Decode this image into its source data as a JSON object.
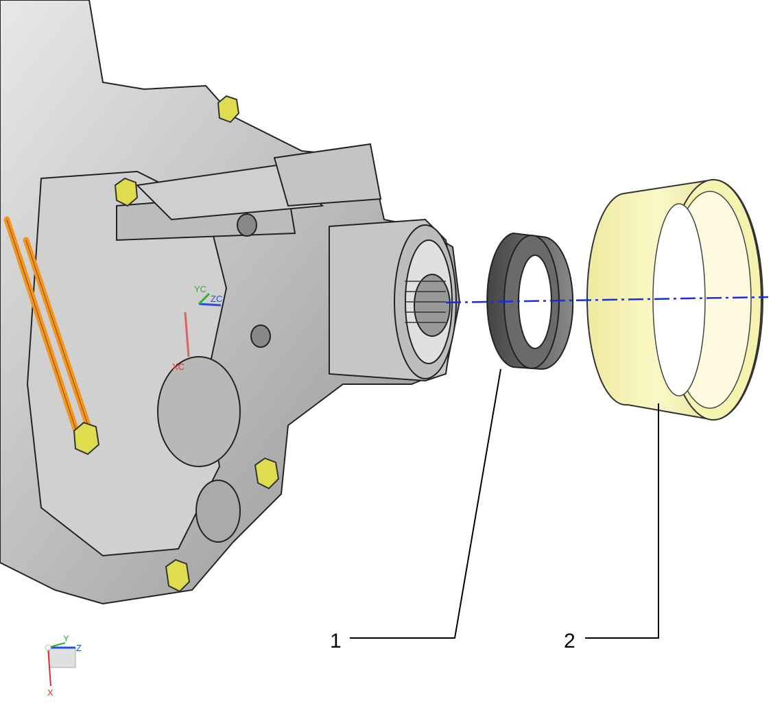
{
  "callouts": [
    {
      "label": "1",
      "part": "seal-ring"
    },
    {
      "label": "2",
      "part": "dust-cup"
    }
  ],
  "work_csys": {
    "x": "XC",
    "y": "YC",
    "z": "ZC"
  },
  "absolute_csys": {
    "x": "X",
    "y": "Y",
    "z": "Z"
  },
  "colors": {
    "housing": "#c8c8c8",
    "seal": "#5a5a5a",
    "cup": "#f2eea0",
    "bolts": "#e0dc50",
    "lever": "#f0961e",
    "axis_line": "#1a2ee0",
    "x_axis": "#e03030",
    "y_axis": "#30b030",
    "z_axis": "#2050e0"
  }
}
